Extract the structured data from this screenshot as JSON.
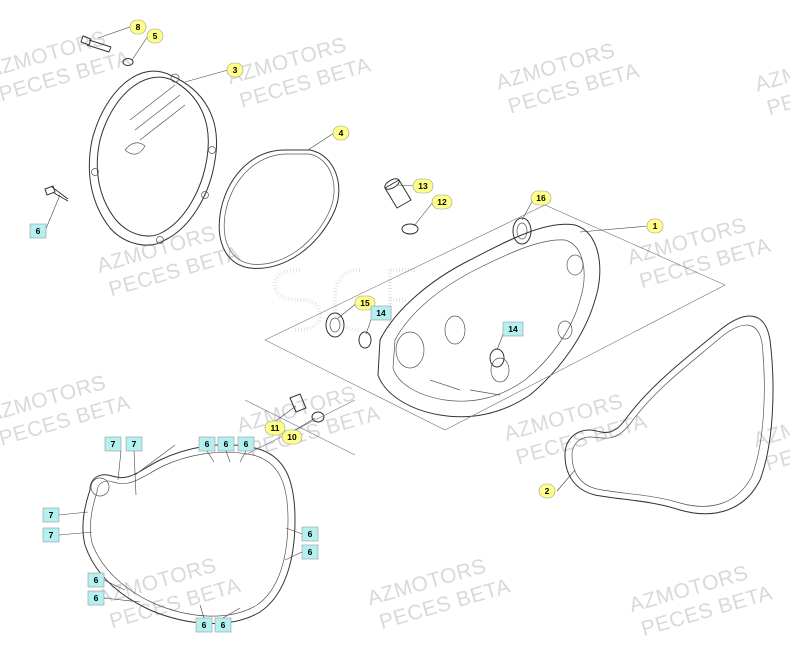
{
  "watermark": {
    "line1": "AZMOTORS",
    "line2": "PECES BETA"
  },
  "callouts": {
    "c1": "1",
    "c2": "2",
    "c3": "3",
    "c4": "4",
    "c5": "5",
    "c6": "6",
    "c7": "7",
    "c8": "8",
    "c10": "10",
    "c11": "11",
    "c12": "12",
    "c13": "13",
    "c14": "14",
    "c15": "15",
    "c16": "16"
  },
  "colors": {
    "primary_callout": "#ffff88",
    "secondary_callout": "#b3f0f0",
    "watermark": "#d9d9d9"
  }
}
